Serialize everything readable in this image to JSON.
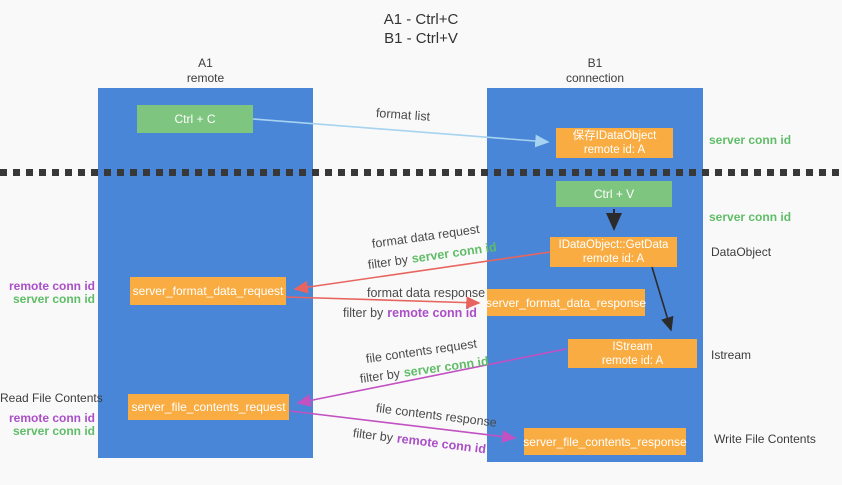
{
  "title": {
    "line1": "A1 - Ctrl+C",
    "line2": "B1 - Ctrl+V"
  },
  "colors": {
    "column_blue": "#4a86d8",
    "box_green": "#7ec57f",
    "box_orange": "#f8ac42",
    "arrow_light_blue": "#a6d3f0",
    "arrow_red": "#e8655f",
    "arrow_magenta": "#c251c2",
    "arrow_black": "#2b2b2b",
    "label_green": "#5fbd68",
    "label_purple": "#ab4fc8"
  },
  "columns": {
    "left": {
      "title": "A1",
      "subtitle": "remote"
    },
    "right": {
      "title": "B1",
      "subtitle": "connection"
    }
  },
  "nodes": {
    "ctrl_c": {
      "label": "Ctrl + C"
    },
    "save_idataobject": {
      "line1": "保存IDataObject",
      "line2": "remote id: A"
    },
    "ctrl_v": {
      "label": "Ctrl + V"
    },
    "getdata": {
      "line1": "IDataObject::GetData",
      "line2": "remote id: A"
    },
    "server_format_data_request": {
      "label": "server_format_data_request"
    },
    "server_format_data_response": {
      "label": "server_format_data_response"
    },
    "istream": {
      "line1": "IStream",
      "line2": "remote id: A"
    },
    "server_file_contents_request": {
      "label": "server_file_contents_request"
    },
    "server_file_contents_response": {
      "label": "server_file_contents_response"
    }
  },
  "edges": {
    "format_list": {
      "label": "format list"
    },
    "format_data_request": {
      "label": "format data request",
      "filter_prefix": "filter by",
      "filter_key": "server conn id"
    },
    "format_data_response": {
      "label": "format data response",
      "filter_prefix": "filter by",
      "filter_key": "remote conn id"
    },
    "file_contents_request": {
      "label": "file contents request",
      "filter_prefix": "filter by",
      "filter_key": "server conn id"
    },
    "file_contents_response": {
      "label": "file contents response",
      "filter_prefix": "filter by",
      "filter_key": "remote conn id"
    }
  },
  "annotations": {
    "right_server_conn_id_top": "server conn id",
    "right_server_conn_id_mid": "server conn id",
    "dataobject": "DataObject",
    "istream": "Istream",
    "write_file_contents": "Write File Contents",
    "left_remote_conn_id_top": "remote conn id",
    "left_server_conn_id_top": "server conn id",
    "read_file_contents": "Read File Contents",
    "left_remote_conn_id_bottom": "remote conn id",
    "left_server_conn_id_bottom": "server conn id"
  }
}
